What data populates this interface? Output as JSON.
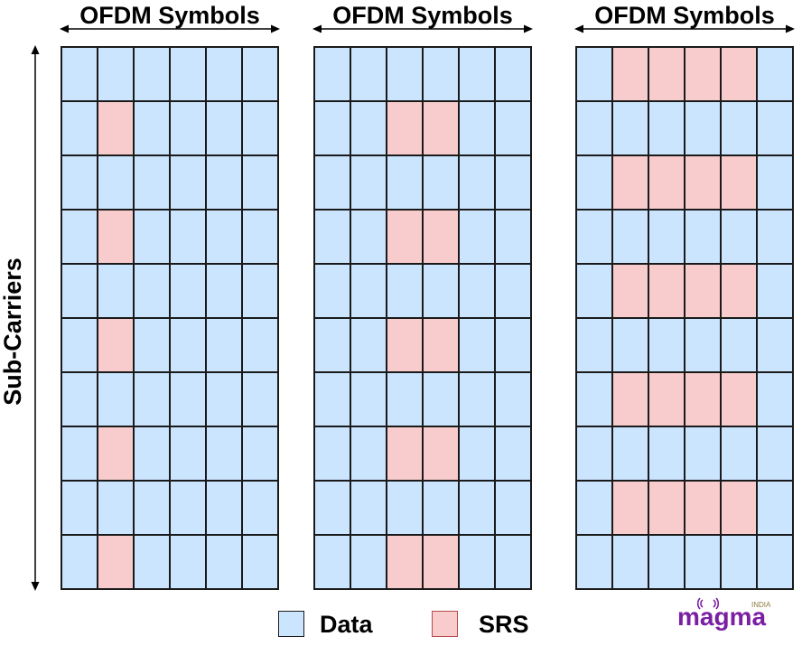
{
  "panels": [
    {
      "title": "OFDM Symbols",
      "srs": [
        [
          1,
          1
        ],
        [
          3,
          1
        ],
        [
          5,
          1
        ],
        [
          7,
          1
        ],
        [
          9,
          1
        ]
      ]
    },
    {
      "title": "OFDM Symbols",
      "srs": [
        [
          1,
          2
        ],
        [
          1,
          3
        ],
        [
          3,
          2
        ],
        [
          3,
          3
        ],
        [
          5,
          2
        ],
        [
          5,
          3
        ],
        [
          7,
          2
        ],
        [
          7,
          3
        ],
        [
          9,
          2
        ],
        [
          9,
          3
        ]
      ]
    },
    {
      "title": "OFDM Symbols",
      "srs": [
        [
          0,
          1
        ],
        [
          0,
          2
        ],
        [
          0,
          3
        ],
        [
          0,
          4
        ],
        [
          2,
          1
        ],
        [
          2,
          2
        ],
        [
          2,
          3
        ],
        [
          2,
          4
        ],
        [
          4,
          1
        ],
        [
          4,
          2
        ],
        [
          4,
          3
        ],
        [
          4,
          4
        ],
        [
          6,
          1
        ],
        [
          6,
          2
        ],
        [
          6,
          3
        ],
        [
          6,
          4
        ],
        [
          8,
          1
        ],
        [
          8,
          2
        ],
        [
          8,
          3
        ],
        [
          8,
          4
        ]
      ]
    }
  ],
  "grid": {
    "rows": 10,
    "cols": 6
  },
  "y_axis_label": "Sub-Carriers",
  "legend": [
    {
      "label": "Data",
      "color": "#cce5ff"
    },
    {
      "label": "SRS",
      "color": "#f8cccc"
    }
  ],
  "colors": {
    "data": "#cce5ff",
    "srs": "#f8cccc",
    "grid_line": "#1a1a1a",
    "srs_border": "#b84a4a",
    "logo": "#7a1fa2"
  },
  "logo": {
    "text": "magma",
    "tag": "INDIA"
  }
}
